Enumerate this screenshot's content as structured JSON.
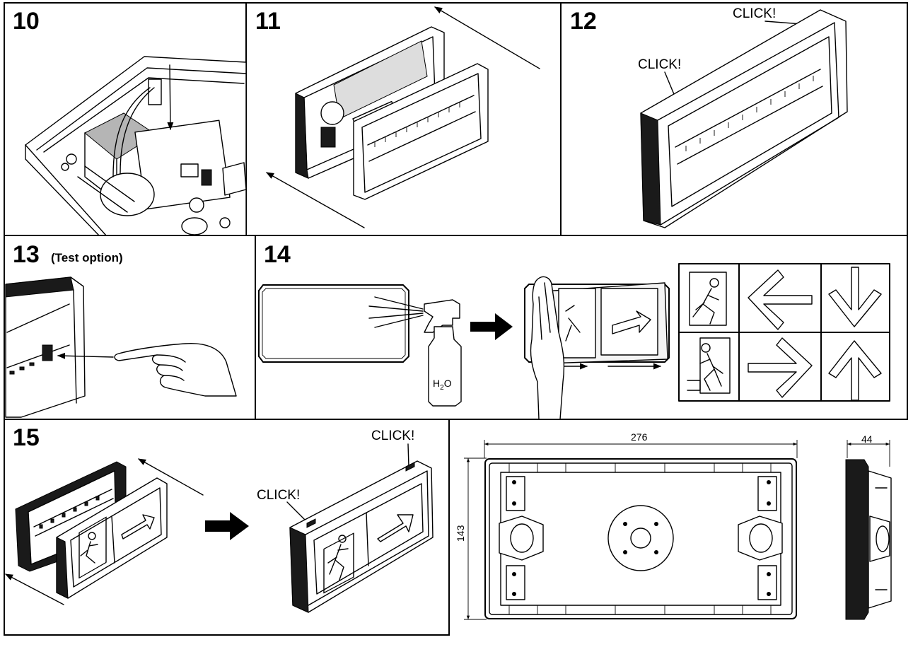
{
  "panels": {
    "p10": {
      "number": "10"
    },
    "p11": {
      "number": "11"
    },
    "p12": {
      "number": "12",
      "click_top": "CLICK!",
      "click_left": "CLICK!"
    },
    "p13": {
      "number": "13",
      "option": "(Test option)"
    },
    "p14": {
      "number": "14",
      "bottle_label": "H",
      "bottle_sub": "2",
      "bottle_o": "O"
    },
    "p15": {
      "number": "15",
      "click_right": "CLICK!",
      "click_left": "CLICK!"
    }
  },
  "dimensions": {
    "width": "276",
    "height": "143",
    "depth": "44"
  },
  "icons": [
    "running-man-icon",
    "arrow-left-icon",
    "arrow-down-icon",
    "arrow-right-icon",
    "arrow-up-icon",
    "spray-bottle-icon",
    "hand-icon",
    "pointing-finger-icon"
  ]
}
